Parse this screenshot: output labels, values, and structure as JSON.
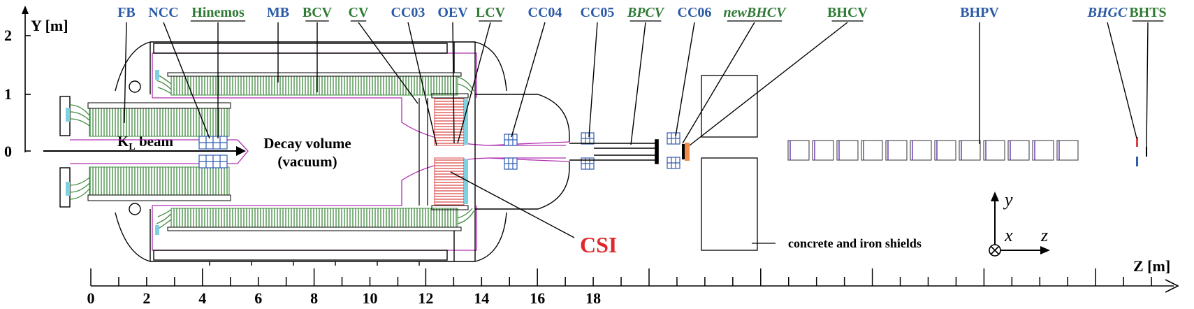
{
  "detector_labels": [
    {
      "id": "fb",
      "text": "FB",
      "color": "#2b5aa6",
      "italic": false,
      "underline": false
    },
    {
      "id": "ncc",
      "text": "NCC",
      "color": "#2b5aa6",
      "italic": false,
      "underline": false
    },
    {
      "id": "hinemos",
      "text": "Hinemos",
      "color": "#2f7a34",
      "italic": false,
      "underline": true
    },
    {
      "id": "mb",
      "text": "MB",
      "color": "#2b5aa6",
      "italic": false,
      "underline": false
    },
    {
      "id": "bcv",
      "text": "BCV",
      "color": "#2f7a34",
      "italic": false,
      "underline": true
    },
    {
      "id": "cv",
      "text": "CV",
      "color": "#2f7a34",
      "italic": false,
      "underline": true
    },
    {
      "id": "cc03",
      "text": "CC03",
      "color": "#2b5aa6",
      "italic": false,
      "underline": false
    },
    {
      "id": "oev",
      "text": "OEV",
      "color": "#2b5aa6",
      "italic": false,
      "underline": false
    },
    {
      "id": "lcv",
      "text": "LCV",
      "color": "#2f7a34",
      "italic": false,
      "underline": true
    },
    {
      "id": "cc04",
      "text": "CC04",
      "color": "#2b5aa6",
      "italic": false,
      "underline": false
    },
    {
      "id": "cc05",
      "text": "CC05",
      "color": "#2b5aa6",
      "italic": false,
      "underline": false
    },
    {
      "id": "bpcv",
      "text": "BPCV",
      "color": "#2f7a34",
      "italic": true,
      "underline": true
    },
    {
      "id": "cc06",
      "text": "CC06",
      "color": "#2b5aa6",
      "italic": false,
      "underline": false
    },
    {
      "id": "newbhcv",
      "text": "newBHCV",
      "color": "#2f7a34",
      "italic": true,
      "underline": true
    },
    {
      "id": "bhcv",
      "text": "BHCV",
      "color": "#2f7a34",
      "italic": false,
      "underline": true
    },
    {
      "id": "bhpv",
      "text": "BHPV",
      "color": "#2b5aa6",
      "italic": false,
      "underline": false
    },
    {
      "id": "bhgc",
      "text": "BHGC",
      "color": "#2b5aa6",
      "italic": true,
      "underline": false
    },
    {
      "id": "bhts",
      "text": "BHTS",
      "color": "#2f7a34",
      "italic": false,
      "underline": true
    }
  ],
  "annotations": {
    "beam_main": "K",
    "beam_sub": "L",
    "beam_tail": " beam",
    "decay_volume_1": "Decay volume",
    "decay_volume_2": "(vacuum)",
    "csi": "CSI",
    "shields": "concrete and iron shields"
  },
  "axes": {
    "y_label": "Y [m]",
    "y_ticks": [
      "2",
      "1",
      "0"
    ],
    "z_label": "Z [m]",
    "z_ticks": [
      "0",
      "2",
      "4",
      "6",
      "8",
      "10",
      "12",
      "14",
      "16",
      "18"
    ],
    "triad_y": "y",
    "triad_x": "x",
    "triad_z": "z"
  },
  "colors": {
    "blue_label": "#2b5aa6",
    "green_label": "#2f7a34",
    "csi_red": "#e0282a",
    "crystal_red": "#d94040",
    "module_green": "#3d8a3d",
    "vessel_magenta": "#b030b0",
    "grid_blue": "#2e5bb0",
    "line_black": "#000000"
  }
}
